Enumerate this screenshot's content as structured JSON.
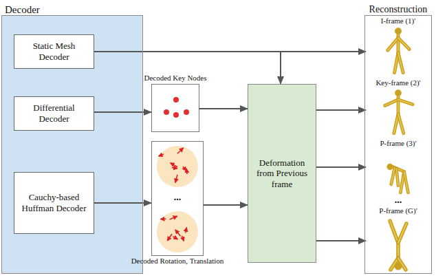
{
  "diagram": {
    "nodes": [
      {
        "text": [
          "Decoder"
        ]
      },
      {
        "text": [
          "Static Mesh Decoder"
        ],
        "in": 0
      },
      {
        "text": [
          "Differential Decoder"
        ],
        "in": 0
      },
      {
        "text": [
          "Cauchy-based Huffman Decoder"
        ],
        "in": 0
      },
      {
        "text": [
          "Decoded Key Nodes"
        ]
      },
      {
        "text": [
          "Decoded Rotation, Translation"
        ]
      },
      {
        "text": [
          "Deformation from Previous frame"
        ]
      },
      {
        "text": [
          "Reconstruction"
        ]
      },
      {
        "text": [
          "I-frame (1)'"
        ],
        "in": 7
      },
      {
        "text": [
          "Key-frame (2)'"
        ],
        "in": 7
      },
      {
        "text": [
          "P-frame (3)'"
        ],
        "in": 7
      },
      {
        "text": [
          "P-frame (G)'"
        ],
        "in": 7
      }
    ],
    "edges": [
      {
        "from": 1,
        "to": 8,
        "arrow": "to"
      },
      {
        "from": 1,
        "to": 6,
        "arrow": "to"
      },
      {
        "from": 2,
        "to": 4,
        "arrow": "to"
      },
      {
        "from": 4,
        "to": 6,
        "arrow": "to"
      },
      {
        "from": 3,
        "to": 5,
        "arrow": "to"
      },
      {
        "from": 5,
        "to": 6,
        "arrow": "to"
      },
      {
        "from": 6,
        "to": 9,
        "arrow": "to"
      },
      {
        "from": 6,
        "to": 10,
        "arrow": "to"
      },
      {
        "from": 6,
        "to": 11,
        "arrow": "to"
      }
    ],
    "labels": [
      "...",
      "..."
    ]
  }
}
